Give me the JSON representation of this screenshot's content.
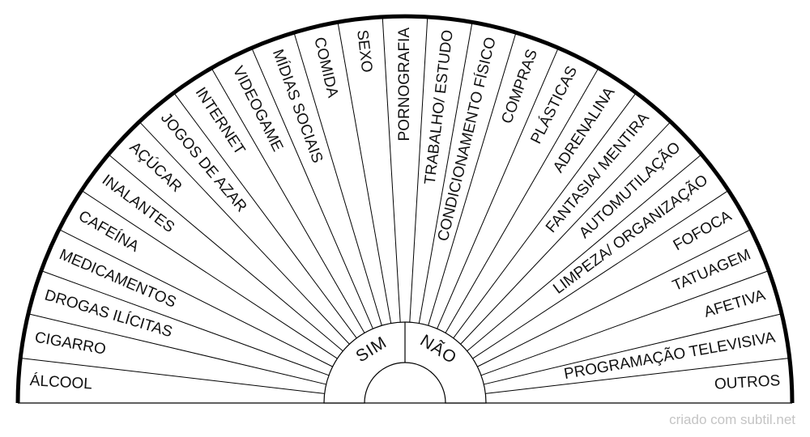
{
  "chart_data": {
    "type": "pendulum-chart",
    "segments": [
      "ÁLCOOL",
      "CIGARRO",
      "DROGAS ILÍCITAS",
      "MEDICAMENTOS",
      "CAFEÍNA",
      "INALANTES",
      "AÇÚCAR",
      "JOGOS DE AZAR",
      "INTERNET",
      "VIDEOGAME",
      "MÍDIAS SOCIAIS",
      "COMIDA",
      "SEXO",
      "PORNOGRAFIA",
      "TRABALHO/ ESTUDO",
      "CONDICIONAMENTO FÍSICO",
      "COMPRAS",
      "PLÁSTICAS",
      "ADRENALINA",
      "FANTASIA/ MENTIRA",
      "AUTOMUTILAÇÃO",
      "LIMPEZA/ ORGANIZAÇÃO",
      "FOFOCA",
      "TATUAGEM",
      "AFETIVA",
      "PROGRAMAÇÃO TELEVISIVA",
      "OUTROS"
    ],
    "hub": {
      "left": "SIM",
      "right": "NÃO"
    }
  },
  "footer": {
    "credit": "criado com subtil.net"
  },
  "colors": {
    "line": "#000000",
    "text": "#111111",
    "credit": "#c4c4c4"
  }
}
